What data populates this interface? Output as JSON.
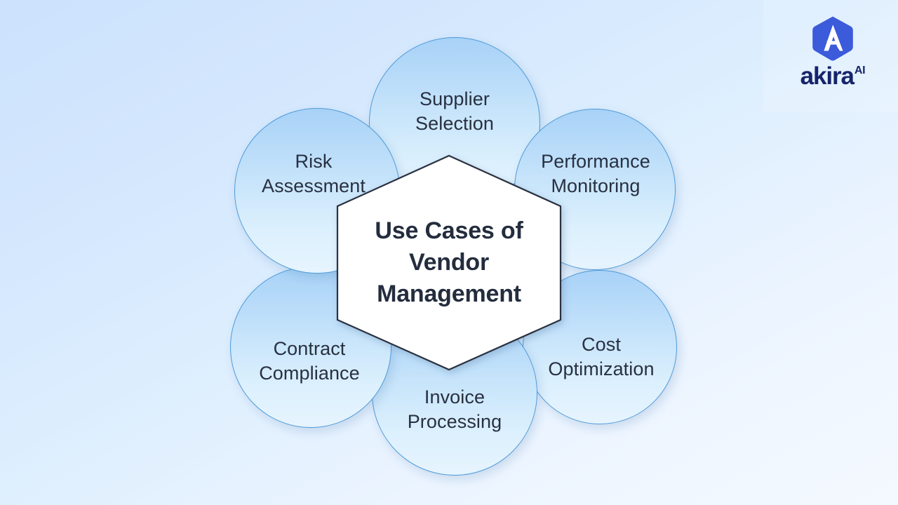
{
  "diagram": {
    "title": "Use Cases of\nVendor Management",
    "center_label": "Use Cases of\nVendor Management",
    "petals": [
      {
        "id": "supplier-selection",
        "label": "Supplier\nSelection"
      },
      {
        "id": "performance-monitoring",
        "label": "Performance\nMonitoring"
      },
      {
        "id": "cost-optimization",
        "label": "Cost\nOptimization"
      },
      {
        "id": "invoice-processing",
        "label": "Invoice\nProcessing"
      },
      {
        "id": "contract-compliance",
        "label": "Contract\nCompliance"
      },
      {
        "id": "risk-assessment",
        "label": "Risk\nAssessment"
      }
    ]
  },
  "brand": {
    "mark_icon": "akira-hexagon-a-logo-icon",
    "name": "akira",
    "suffix": "AI"
  },
  "colors": {
    "background_start": "#cce2fd",
    "background_end": "#f4f9ff",
    "petal_fill_start": "#a8d2f7",
    "petal_fill_end": "#e6f4fe",
    "petal_stroke": "#4f9ad8",
    "hexagon_fill": "#ffffff",
    "hexagon_stroke": "#2b3240",
    "text_dark": "#283041",
    "brand_blue": "#3b5bdb",
    "brand_navy": "#16246b"
  }
}
